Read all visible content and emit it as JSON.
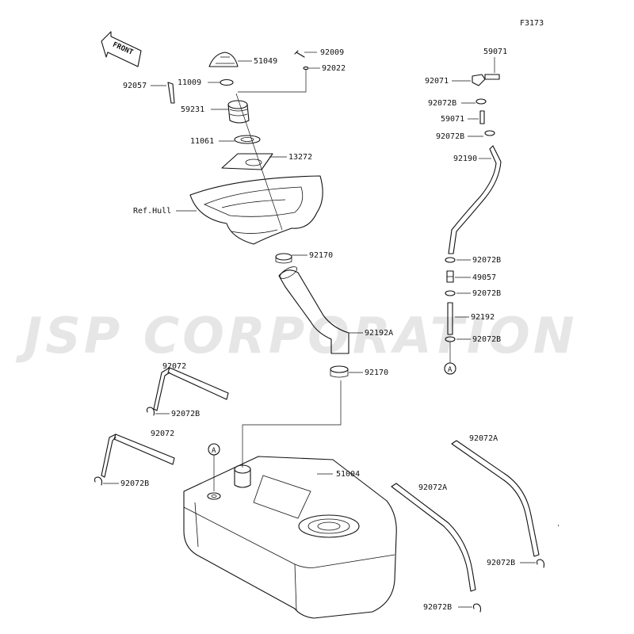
{
  "figure_code": "F3173",
  "front_label": "FRONT",
  "ref_label": "Ref.Hull",
  "watermark": "JSP CORPORATION",
  "callouts": {
    "p51049": "51049",
    "p92009": "92009",
    "p92022": "92022",
    "p92057": "92057",
    "p11009": "11009",
    "p59231": "59231",
    "p11061": "11061",
    "p13272": "13272",
    "p92170_top": "92170",
    "p92192A": "92192A",
    "p92170_bot": "92170",
    "p92072_a": "92072",
    "p92072B_a": "92072B",
    "p92072_b": "92072",
    "p92072B_b": "92072B",
    "p51004": "51004",
    "p92072A_a": "92072A",
    "p92072A_b": "92072A",
    "p92072B_c": "92072B",
    "p92072B_d": "92072B",
    "p59071_top": "59071",
    "p92071": "92071",
    "p92072B_e": "92072B",
    "p59071_mid": "59071",
    "p92072B_f": "92072B",
    "p92190": "92190",
    "p92072B_g": "92072B",
    "p49057": "49057",
    "p92072B_h": "92072B",
    "p92192": "92192",
    "p92072B_i": "92072B"
  },
  "ref_marks": {
    "circle_a_top": "A",
    "circle_a_tank": "A"
  }
}
